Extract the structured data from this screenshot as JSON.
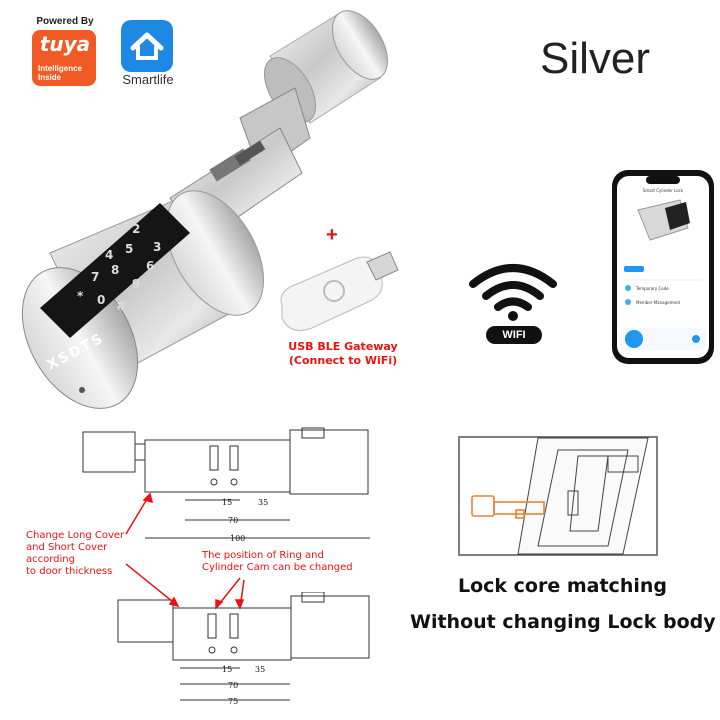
{
  "logos": {
    "tuya_powered": "Powered By",
    "tuya_word": "tuya",
    "tuya_sub": "Intelligence Inside",
    "smartlife_label": "Smartlife"
  },
  "color_variant": "Silver",
  "lock_brand": "XSDTS",
  "gateway": {
    "plus": "+",
    "label_line1": "USB BLE Gateway",
    "label_line2": "(Connect to WiFi)"
  },
  "wifi_label": "WIFI",
  "phone": {
    "title": "Smart Cylinder Lock",
    "rows": [
      "Temporary Code",
      "Member Management"
    ]
  },
  "notes": {
    "cover_line1": "Change Long Cover",
    "cover_line2": "and Short Cover",
    "cover_line3": "according",
    "cover_line4": "to door thickness",
    "ring_line1": "The position of Ring and",
    "ring_line2": "Cylinder Cam can be changed"
  },
  "dimensions_top": [
    "15",
    "35",
    "70",
    "100"
  ],
  "dimensions_bottom": [
    "15",
    "35",
    "70",
    "75"
  ],
  "captions": {
    "line1": "Lock core matching",
    "line2": "Without changing Lock body"
  },
  "colors": {
    "tuya_orange": "#f15a24",
    "smartlife_blue": "#1e88e5",
    "annotation_red": "#e11111",
    "door_lock_orange": "#f08030"
  }
}
